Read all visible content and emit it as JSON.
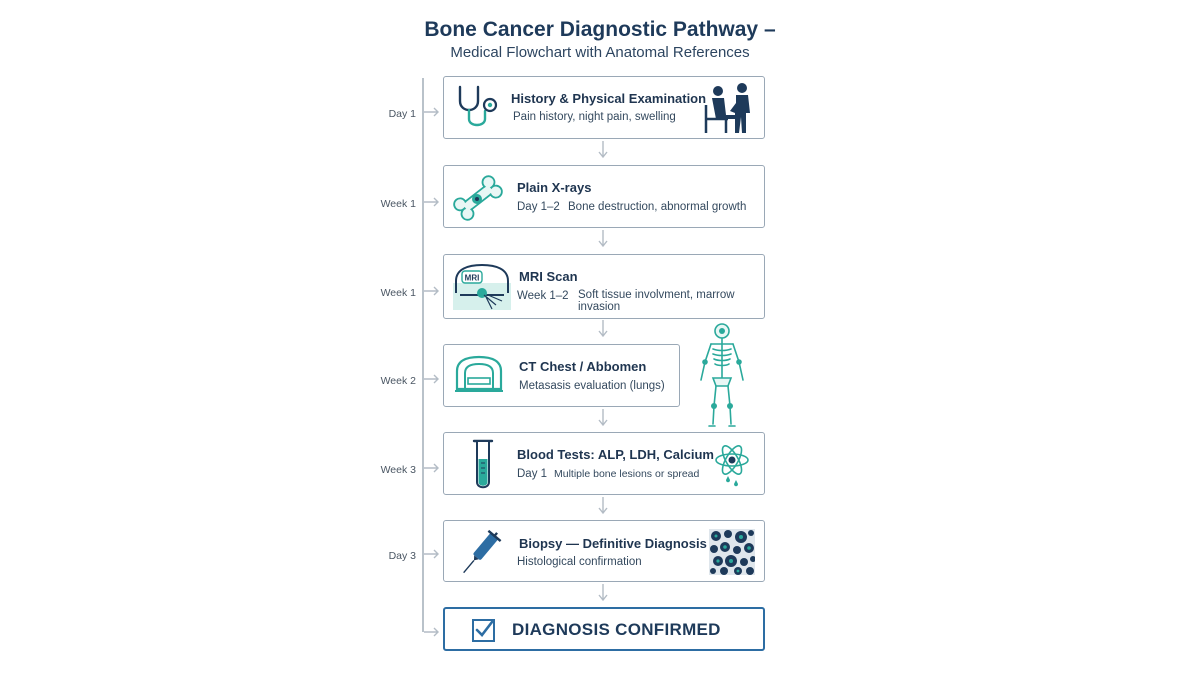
{
  "title": "Bone Cancer Diagnostic Pathway –",
  "subtitle": "Medical Flowchart with Anatomal References",
  "steps": [
    {
      "time": "Day 1",
      "title": "History & Physical Examination",
      "detail": "Pain history, night pain, swelling",
      "icon": "stethoscope-icon",
      "side_icon": "doctor-patient-icon"
    },
    {
      "time": "Week 1",
      "title": "Plain X-rays",
      "day": "Day 1–2",
      "detail": "Bone destruction, abnormal growth",
      "icon": "bone-icon"
    },
    {
      "time": "Week 1",
      "title": "MRI Scan",
      "day": "Week 1–2",
      "detail": "Soft tissue involvment, marrow",
      "detail2": "invasion",
      "icon": "mri-scanner-icon",
      "icon_text": "MRI"
    },
    {
      "time": "Week 2",
      "title": "CT Chest / Abbomen",
      "detail": "Metasasis evaluation (lungs)",
      "icon": "ct-scanner-icon",
      "side_icon": "skeleton-icon"
    },
    {
      "time": "Week 3",
      "title": "Blood Tests: ALP, LDH, Calcium",
      "day": "Day 1",
      "detail": "Multiple bone lesions or spread",
      "icon": "test-tube-icon",
      "side_icon": "atom-icon"
    },
    {
      "time": "Day 3",
      "title": "Biopsy — Definitive Diagnosis",
      "detail": "Histological confirmation",
      "icon": "syringe-icon",
      "side_icon": "cells-icon"
    }
  ],
  "final": {
    "label": "DIAGNOSIS CONFIRMED",
    "icon": "checkbox-icon"
  },
  "colors": {
    "navy": "#1e3a5a",
    "teal": "#2aa99b",
    "border": "#9aa8b6",
    "final_border": "#2d6da3"
  }
}
